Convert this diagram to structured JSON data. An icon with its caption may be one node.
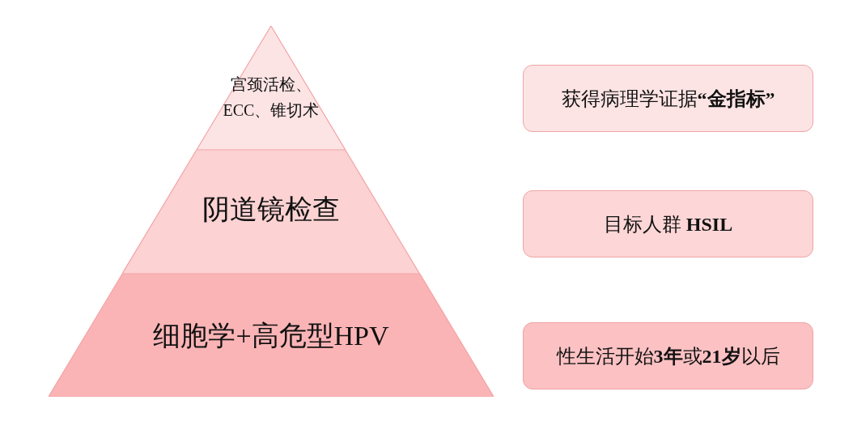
{
  "diagram": {
    "nodes": [
      {
        "text": [
          "宫颈活检、ECC、锥切术"
        ]
      },
      {
        "text": [
          "阴道镜检查"
        ]
      },
      {
        "text": [
          "细胞学+高危型HPV"
        ]
      },
      {
        "text": [
          "获得病理学证据**“金指标”**"
        ]
      },
      {
        "text": [
          "目标人群 **HSIL**"
        ]
      },
      {
        "text": [
          "性生活开始**3年**或**21岁**以后"
        ]
      }
    ]
  }
}
